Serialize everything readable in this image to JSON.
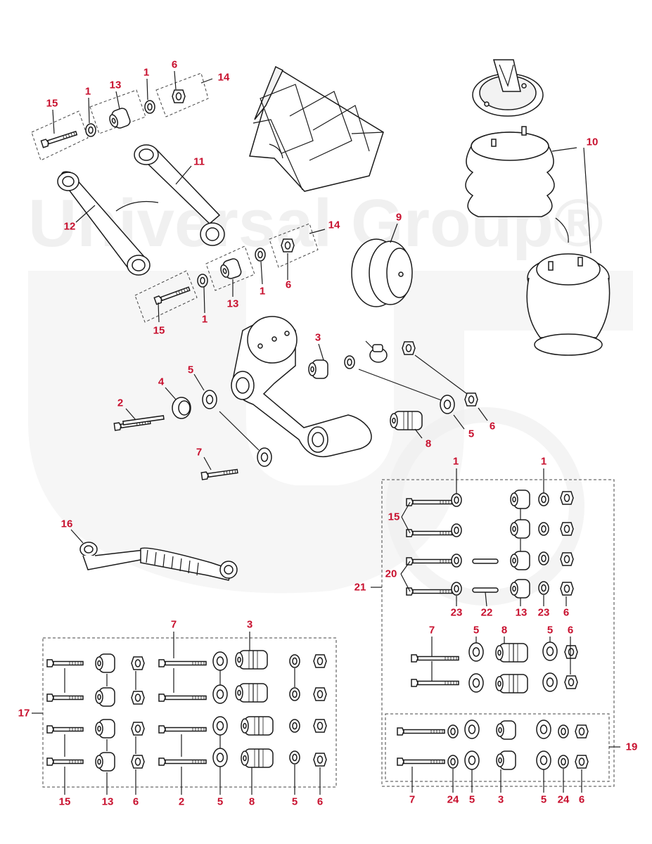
{
  "watermark": "Universal Group®",
  "callouts": [
    "1",
    "1",
    "1",
    "1",
    "1",
    "1",
    "2",
    "2",
    "3",
    "3",
    "3",
    "4",
    "5",
    "5",
    "5",
    "5",
    "5",
    "5",
    "5",
    "6",
    "6",
    "6",
    "6",
    "6",
    "6",
    "6",
    "6",
    "7",
    "7",
    "7",
    "7",
    "8",
    "8",
    "8",
    "9",
    "10",
    "11",
    "12",
    "13",
    "13",
    "13",
    "13",
    "14",
    "14",
    "15",
    "15",
    "15",
    "15",
    "16",
    "17",
    "19",
    "20",
    "21",
    "22",
    "23",
    "23",
    "24",
    "24"
  ]
}
